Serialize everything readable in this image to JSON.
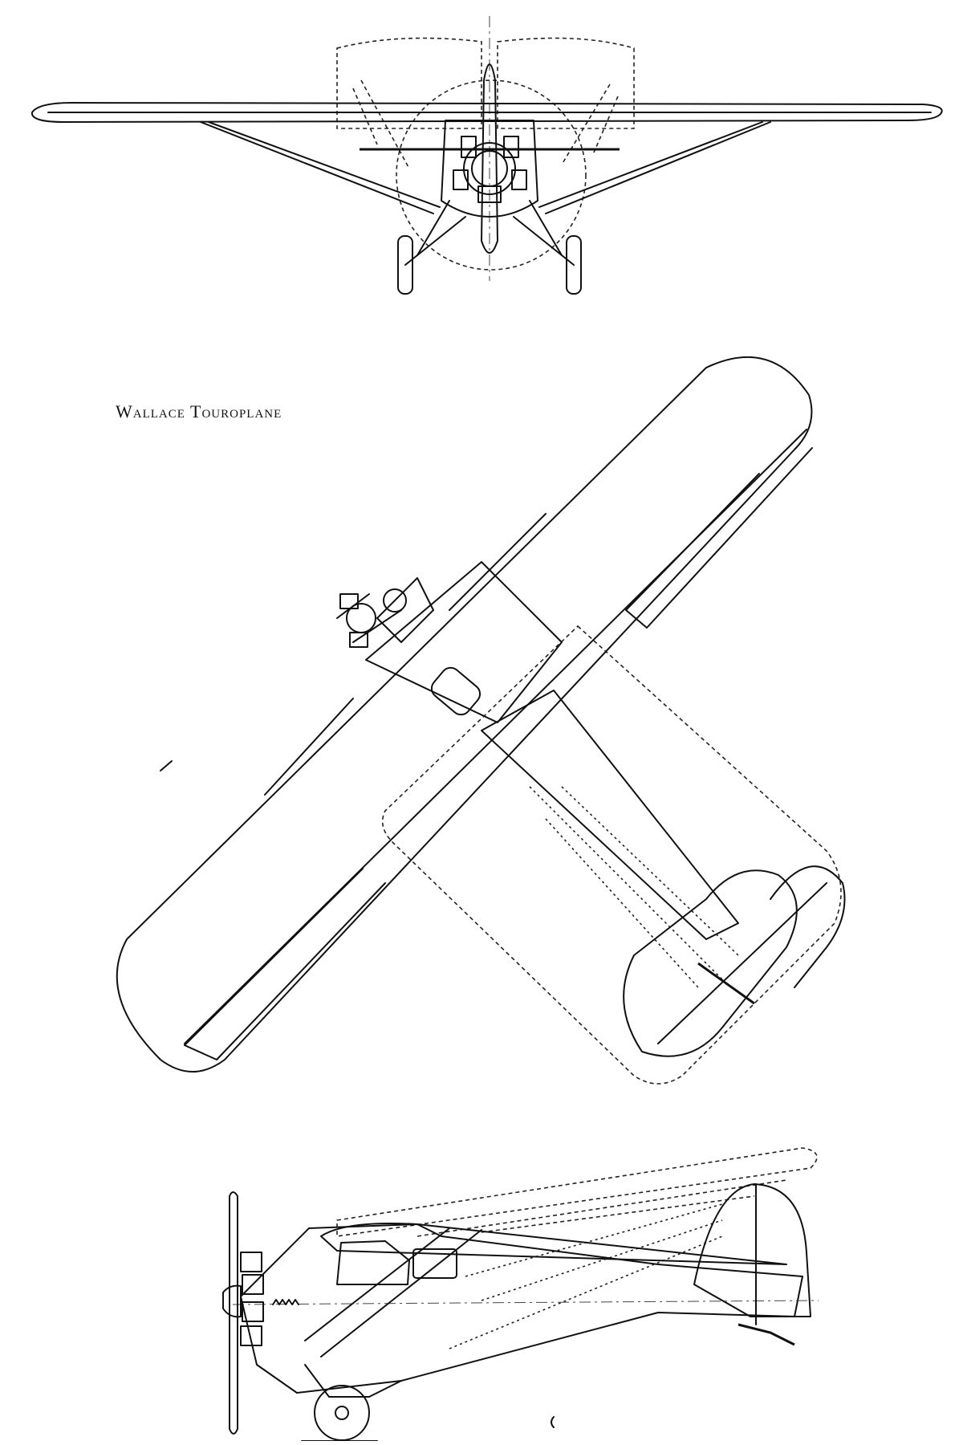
{
  "drawing": {
    "caption": "Wallace Touroplane",
    "views": [
      "front-view",
      "plan-view",
      "side-view"
    ]
  },
  "colors": {
    "ink": "#111111",
    "paper": "#ffffff"
  }
}
